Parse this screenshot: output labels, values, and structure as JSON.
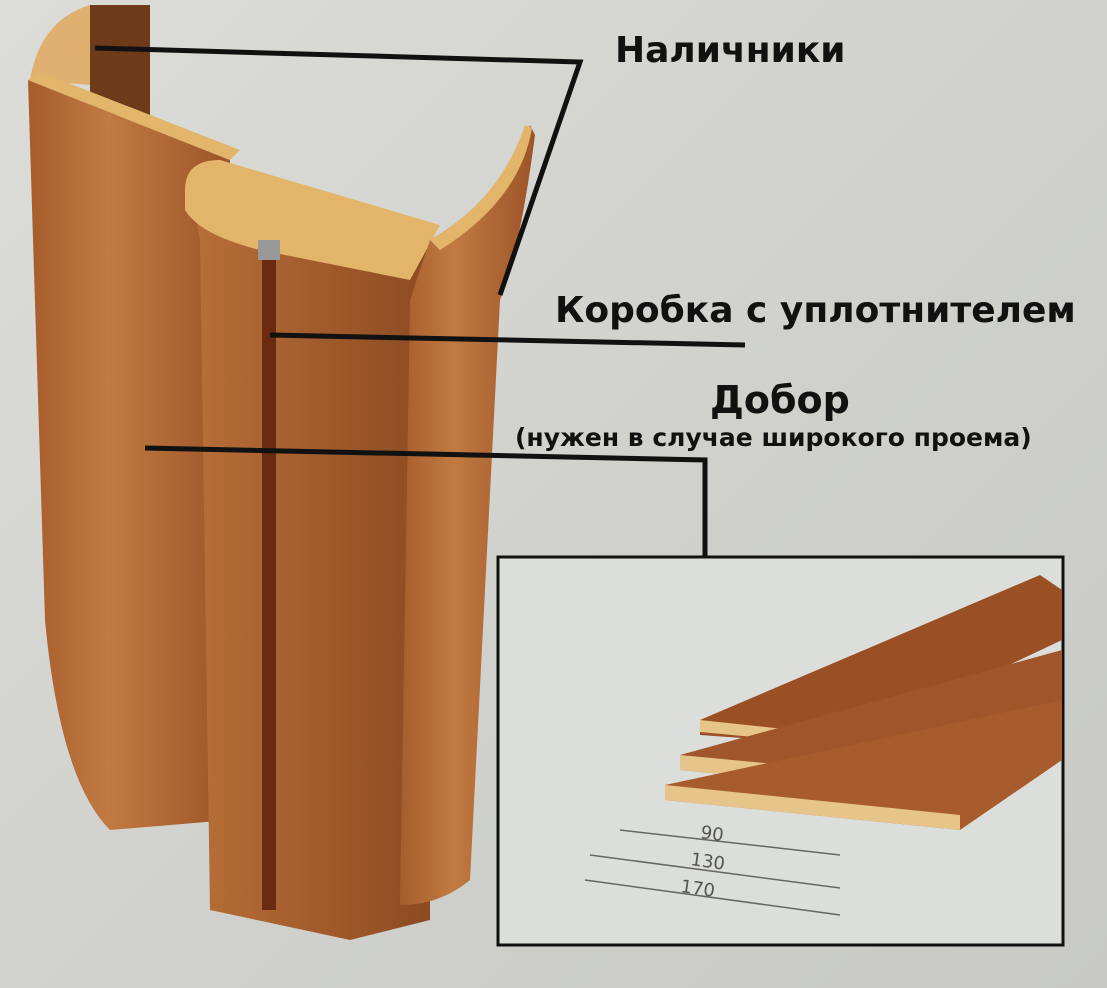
{
  "labels": {
    "casing": "Наличники",
    "frame": "Коробка с уплотнителем",
    "extension": "Добор",
    "extension_note": "(нужен в случае широкого проема)"
  },
  "dimensions": [
    "90",
    "130",
    "170"
  ],
  "colors": {
    "wood": "#b46a35",
    "wood_dark": "#8a4520",
    "end_grain": "#e2b56a",
    "line": "#111111"
  }
}
